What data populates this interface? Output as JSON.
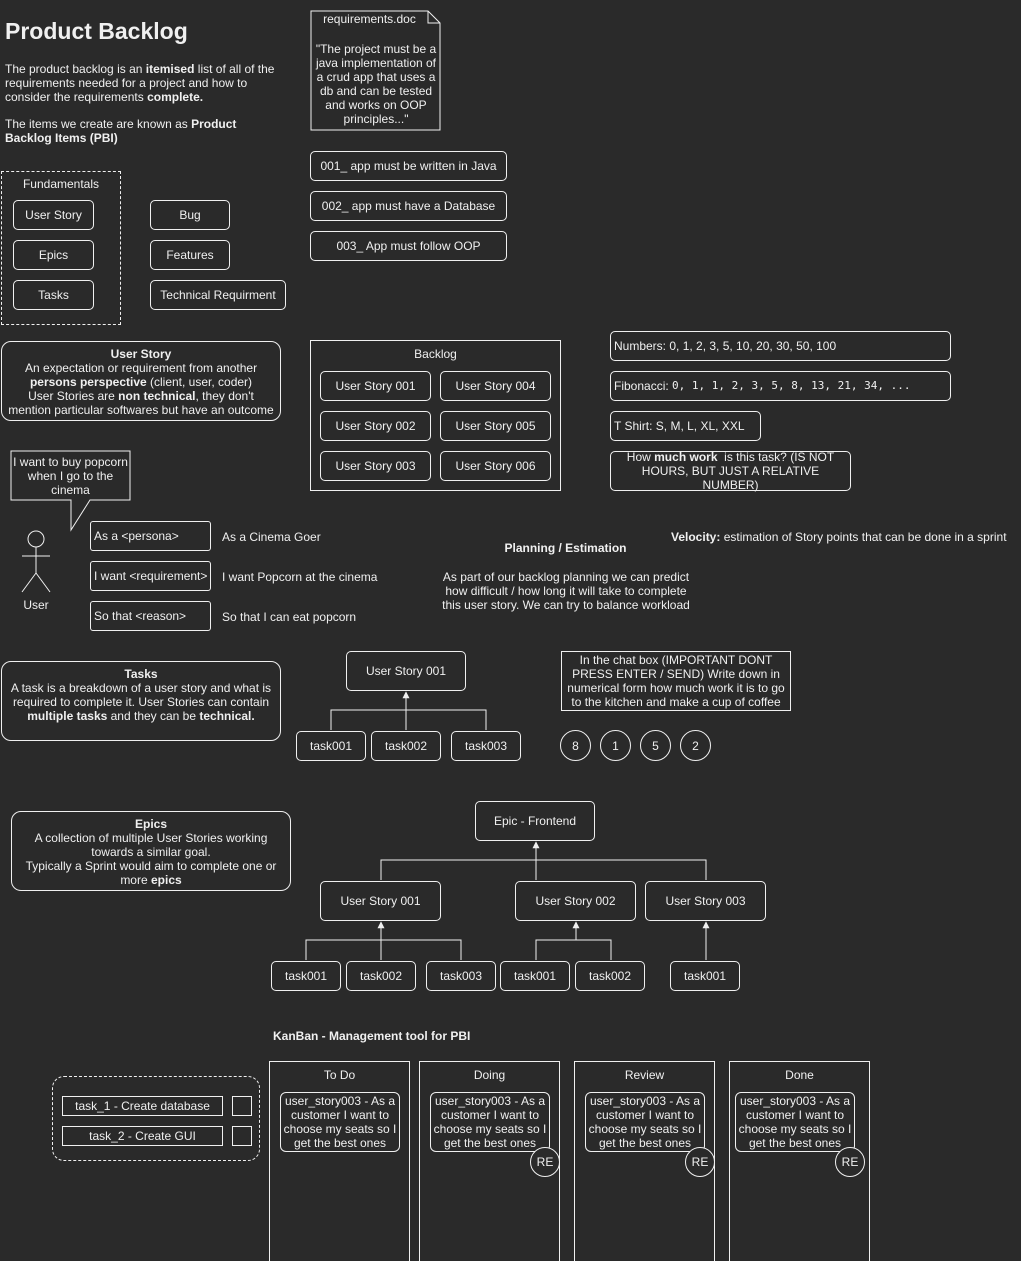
{
  "title": "Product Backlog",
  "intro": {
    "p1_a": "The product backlog is an ",
    "p1_b": "itemised",
    "p1_c": " list of all of the requirements needed for a project and how to consider the requirements ",
    "p1_d": "complete.",
    "p2_a": "The items we create are known as ",
    "p2_b": "Product Backlog Items (PBI)"
  },
  "requirements_doc": {
    "name": "requirements.doc",
    "quote": "\"The project must be a java implementation of a crud app that uses a db and can be tested and works on OOP principles...\""
  },
  "requirements": [
    "001_ app must be written in Java",
    "002_ app must have a Database",
    "003_ App must follow OOP"
  ],
  "fundamentals": {
    "title": "Fundamentals",
    "items": [
      "User Story",
      "Epics",
      "Tasks"
    ],
    "other": [
      "Bug",
      "Features",
      "Technical Requirment"
    ]
  },
  "user_story_info": {
    "title": "User Story",
    "l1": "An expectation or requirement from another",
    "l2_b": "persons perspective",
    "l2_r": " (client, user, coder)",
    "l3_a": "User Stories are ",
    "l3_b": "non technical",
    "l3_c": ", they don't mention particular softwares but have an outcome"
  },
  "backlog": {
    "title": "Backlog",
    "items": [
      "User Story 001",
      "User Story 004",
      "User Story 002",
      "User Story 005",
      "User Story 003",
      "User Story 006"
    ]
  },
  "estimation": {
    "numbers": "Numbers: 0, 1, 2, 3, 5, 10, 20, 30, 50, 100",
    "fib_label": "Fibonacci: ",
    "fib_values": "0, 1, 1, 2, 3, 5, 8, 13, 21, 34, ...",
    "tshirt": "T Shirt: S, M, L, XL, XXL",
    "work_a": "How ",
    "work_b": "much work",
    "work_c": "  is this task? (IS NOT HOURS, BUT JUST A RELATIVE NUMBER)",
    "velocity_b": "Velocity:",
    "velocity_r": " estimation of Story points that can be done in a sprint",
    "planning_title": "Planning / Estimation",
    "planning_text": "As part of our backlog planning we can predict how difficult  / how long it will take to complete this user story. We can try to balance workload"
  },
  "user_actor": {
    "bubble": "I want to buy popcorn when I go to the cinema",
    "label": "User"
  },
  "story_template": [
    {
      "key": "As a <persona>",
      "value": "As a Cinema Goer"
    },
    {
      "key": "I want <requirement>",
      "value": "I want Popcorn at the cinema"
    },
    {
      "key": "So that <reason>",
      "value": "So that I can eat popcorn"
    }
  ],
  "tasks_info": {
    "title": "Tasks",
    "t1": "A task is a breakdown of a user story and what is required to complete it. User Stories can contain ",
    "t2_b": "multiple tasks",
    "t3": " and they can be ",
    "t4_b": "technical."
  },
  "task_tree": {
    "root": "User Story 001",
    "children": [
      "task001",
      "task002",
      "task003"
    ]
  },
  "chat_prompt": "In the chat box (IMPORTANT DONT PRESS ENTER / SEND) Write down in numerical form how much work it is to go to the kitchen and make a cup of coffee",
  "votes": [
    "8",
    "1",
    "5",
    "2"
  ],
  "epics_info": {
    "title": "Epics",
    "t1": "A collection of multiple User Stories working towards a similar goal.",
    "t2": "Typically a Sprint would aim to complete one or more ",
    "t3_b": "epics"
  },
  "epic_tree": {
    "root": "Epic - Frontend",
    "stories": [
      "User Story 001",
      "User Story 002",
      "User Story 003"
    ],
    "tasks": [
      "task001",
      "task002",
      "task003",
      "task001",
      "task002",
      "task001"
    ]
  },
  "kanban": {
    "title": "KanBan - Management tool for PBI",
    "todo_items": [
      "task_1 - Create database",
      "task_2 - Create GUI"
    ],
    "columns": [
      "To Do",
      "Doing",
      "Review",
      "Done"
    ],
    "card_text": "user_story003 - As a customer I want to choose my seats so I get the best ones",
    "avatar": "RE"
  }
}
